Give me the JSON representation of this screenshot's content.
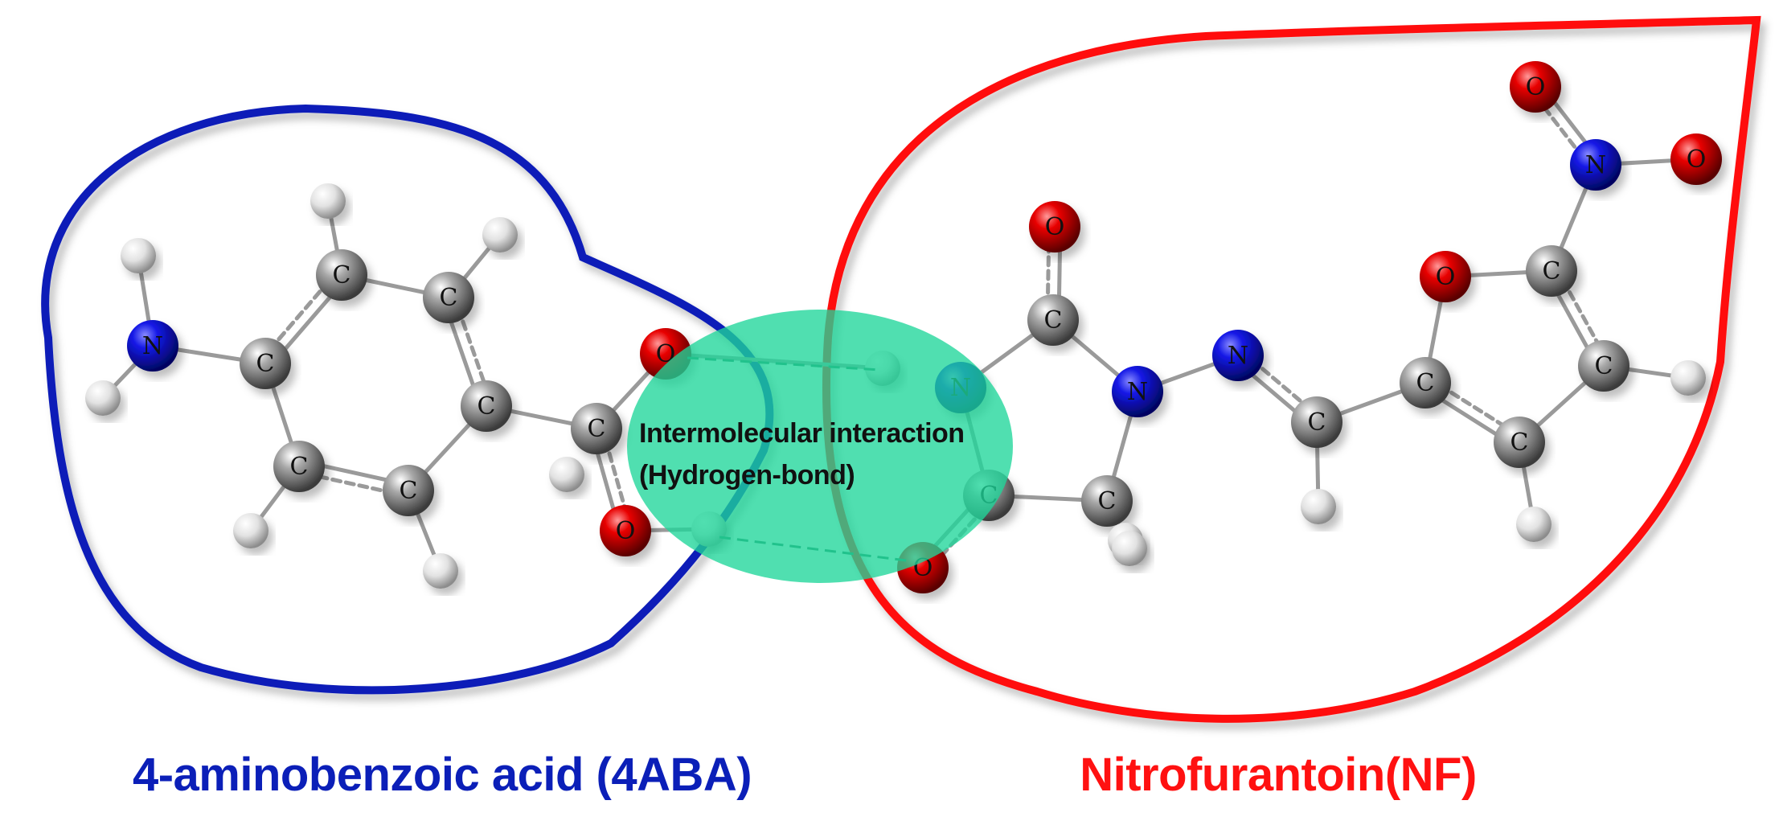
{
  "colors": {
    "left_outline": "#0b1fb8",
    "right_outline": "#ff1111",
    "interaction_fill": "#1fd69a",
    "carbon": "#8a8a8a",
    "hydrogen": "#e6e6e6",
    "nitrogen": "#0a14d8",
    "oxygen": "#e00000"
  },
  "interaction": {
    "line1": "Intermolecular  interaction",
    "line2": "(Hydrogen-bond)"
  },
  "captions": {
    "left": "4-aminobenzoic acid (4ABA)",
    "right": "Nitrofurantoin(NF)"
  },
  "atoms": [
    {
      "el": "H",
      "label": ""
    },
    {
      "el": "H",
      "label": ""
    },
    {
      "el": "H",
      "label": ""
    },
    {
      "el": "H",
      "label": ""
    },
    {
      "el": "N",
      "label": "N"
    },
    {
      "el": "C",
      "label": "C"
    },
    {
      "el": "C",
      "label": "C"
    },
    {
      "el": "C",
      "label": "C"
    },
    {
      "el": "C",
      "label": "C"
    },
    {
      "el": "C",
      "label": "C"
    },
    {
      "el": "C",
      "label": "C"
    },
    {
      "el": "H",
      "label": ""
    },
    {
      "el": "H",
      "label": ""
    },
    {
      "el": "H",
      "label": ""
    },
    {
      "el": "C",
      "label": "C"
    },
    {
      "el": "O",
      "label": "O"
    },
    {
      "el": "O",
      "label": "O"
    },
    {
      "el": "H",
      "label": ""
    },
    {
      "el": "H",
      "label": ""
    },
    {
      "el": "N",
      "label": "N"
    },
    {
      "el": "C",
      "label": "C"
    },
    {
      "el": "O",
      "label": "O"
    },
    {
      "el": "N",
      "label": "N"
    },
    {
      "el": "C",
      "label": "C"
    },
    {
      "el": "C",
      "label": "C"
    },
    {
      "el": "O",
      "label": "O"
    },
    {
      "el": "H",
      "label": ""
    },
    {
      "el": "H",
      "label": ""
    },
    {
      "el": "N",
      "label": "N"
    },
    {
      "el": "C",
      "label": "C"
    },
    {
      "el": "H",
      "label": ""
    },
    {
      "el": "C",
      "label": "C"
    },
    {
      "el": "O",
      "label": "O"
    },
    {
      "el": "C",
      "label": "C"
    },
    {
      "el": "C",
      "label": "C"
    },
    {
      "el": "C",
      "label": "C"
    },
    {
      "el": "H",
      "label": ""
    },
    {
      "el": "H",
      "label": ""
    },
    {
      "el": "N",
      "label": "N"
    },
    {
      "el": "O",
      "label": "O"
    },
    {
      "el": "O",
      "label": "O"
    }
  ]
}
